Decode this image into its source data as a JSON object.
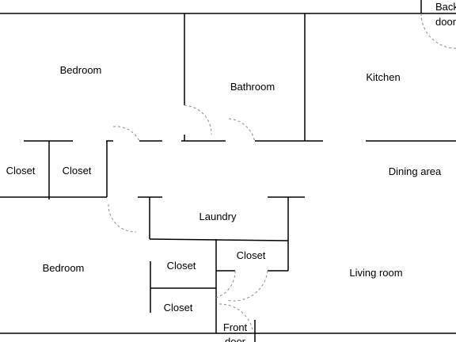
{
  "diagram": {
    "type": "floor-plan",
    "rooms": [
      {
        "id": "bedroom-top",
        "label": "Bedroom"
      },
      {
        "id": "bathroom",
        "label": "Bathroom"
      },
      {
        "id": "kitchen",
        "label": "Kitchen"
      },
      {
        "id": "closet-left-1",
        "label": "Closet"
      },
      {
        "id": "closet-left-2",
        "label": "Closet"
      },
      {
        "id": "dining-area",
        "label": "Dining area"
      },
      {
        "id": "laundry",
        "label": "Laundry"
      },
      {
        "id": "bedroom-bottom",
        "label": "Bedroom"
      },
      {
        "id": "closet-mid-1",
        "label": "Closet"
      },
      {
        "id": "closet-mid-2",
        "label": "Closet"
      },
      {
        "id": "closet-mid-3",
        "label": "Closet"
      },
      {
        "id": "living-room",
        "label": "Living room"
      }
    ],
    "doors": [
      {
        "id": "back-door",
        "label_lines": [
          "Back",
          "door"
        ]
      },
      {
        "id": "front-door",
        "label_lines": [
          "Front",
          "door"
        ]
      }
    ],
    "colors": {
      "wall": "#000000",
      "door_swing": "#8a8a8a",
      "background": "#ffffff"
    }
  }
}
